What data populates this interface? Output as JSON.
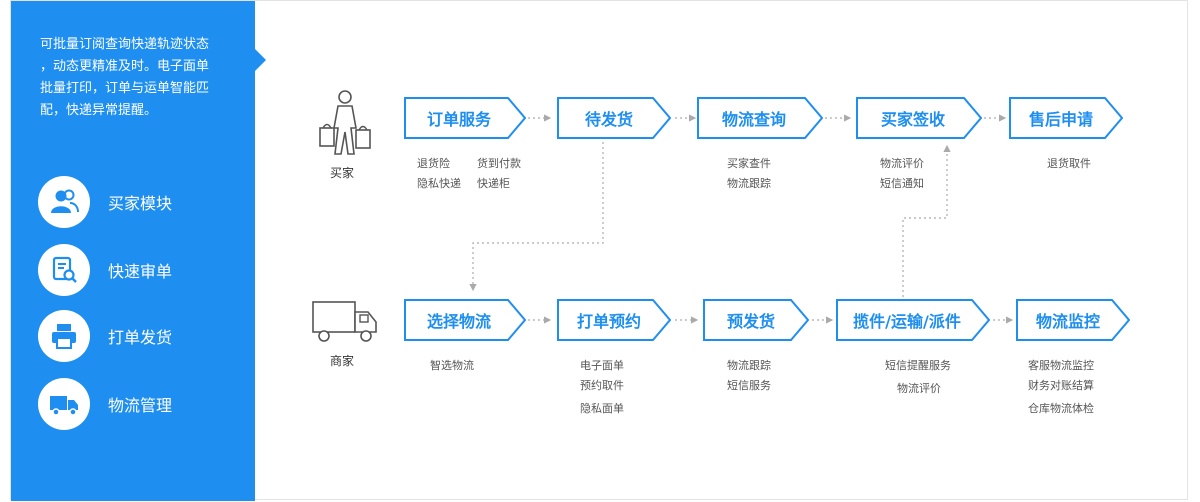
{
  "sidebar": {
    "intro": "可批量订阅查询快递轨迹状态\n，动态更精准及时。电子面单\n批量打印，订单与运单智能匹\n配，快递异常提醒。",
    "items": [
      {
        "label": "买家模块",
        "icon": "users-icon"
      },
      {
        "label": "快速审单",
        "icon": "document-search-icon"
      },
      {
        "label": "打单发货",
        "icon": "printer-icon"
      },
      {
        "label": "物流管理",
        "icon": "truck-icon"
      }
    ]
  },
  "buyer": {
    "role": "买家",
    "steps": [
      {
        "title": "订单服务",
        "subs": [
          "退货险",
          "货到付款",
          "隐私快递",
          "快递柜"
        ]
      },
      {
        "title": "待发货",
        "subs": []
      },
      {
        "title": "物流查询",
        "subs": [
          "买家查件",
          "物流跟踪"
        ]
      },
      {
        "title": "买家签收",
        "subs": [
          "物流评价",
          "短信通知"
        ]
      },
      {
        "title": "售后申请",
        "subs": [
          "退货取件"
        ]
      }
    ]
  },
  "merchant": {
    "role": "商家",
    "steps": [
      {
        "title": "选择物流",
        "subs": [
          "智选物流"
        ]
      },
      {
        "title": "打单预约",
        "subs": [
          "电子面单",
          "预约取件",
          "隐私面单"
        ]
      },
      {
        "title": "预发货",
        "subs": [
          "物流跟踪",
          "短信服务"
        ]
      },
      {
        "title": "揽件/运输/派件",
        "subs": [
          "短信提醒服务",
          "物流评价"
        ]
      },
      {
        "title": "物流监控",
        "subs": [
          "客服物流监控",
          "财务对账结算",
          "仓库物流体检"
        ]
      }
    ]
  },
  "colors": {
    "accent": "#1e8ff0",
    "sidebar": "#1e8ff0",
    "connector": "#aaaaaa"
  }
}
